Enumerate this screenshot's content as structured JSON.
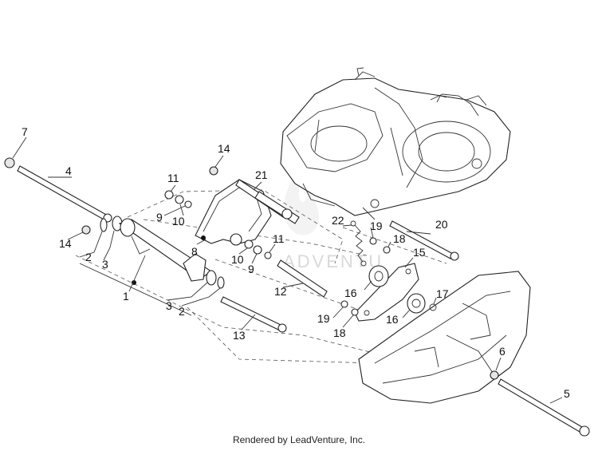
{
  "diagram": {
    "callouts": [
      "1",
      "2",
      "2",
      "3",
      "3",
      "4",
      "5",
      "6",
      "7",
      "8",
      "9",
      "9",
      "10",
      "10",
      "11",
      "11",
      "12",
      "13",
      "14",
      "14",
      "15",
      "16",
      "16",
      "17",
      "18",
      "18",
      "19",
      "19",
      "20",
      "21",
      "22"
    ],
    "watermark": "ADVENTU"
  },
  "footer": {
    "credit": "Rendered by LeadVenture, Inc."
  }
}
